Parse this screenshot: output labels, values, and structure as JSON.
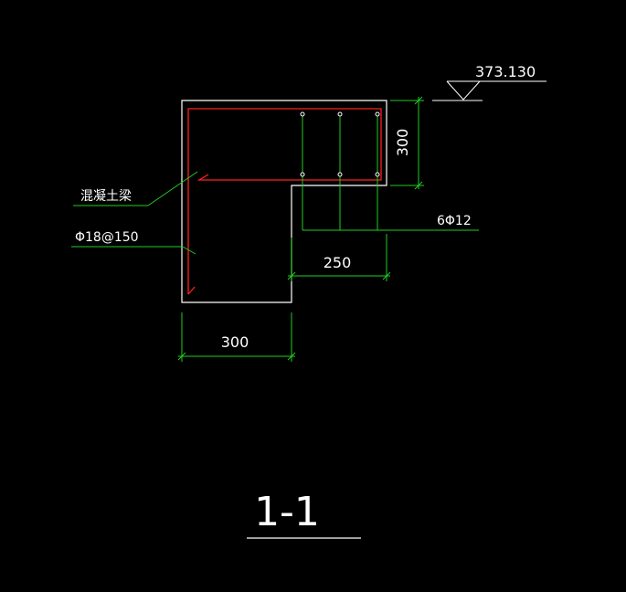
{
  "drawing": {
    "background": "#000000",
    "colors": {
      "outline": "#ffffff",
      "rebar_red": "#ff2020",
      "green": "#22cc22",
      "text": "#ffffff"
    }
  },
  "labels": {
    "elevation": "373.130",
    "dim_top_right_height": "300",
    "dim_bottom_width": "300",
    "dim_step_width": "250",
    "rebar_top": "6Φ12",
    "stirrup": "Φ18@150",
    "material": "混凝土梁",
    "section_title": "1-1"
  }
}
